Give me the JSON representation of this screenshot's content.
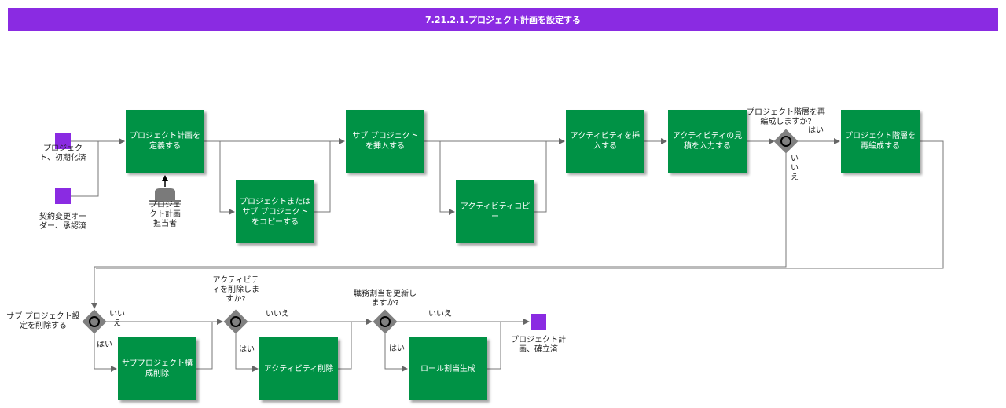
{
  "title": "7.21.2.1.プロジェクト計画を設定する",
  "events": {
    "start1": "プロジェクト、初期化済",
    "start2": "契約変更オーダー、承認済",
    "end": "プロジェクト計画、確立済"
  },
  "actor": "プロジェクト計画担当者",
  "tasks": {
    "t1": "プロジェクト計画を定義する",
    "t2": "プロジェクトまたはサブ プロジェクトをコピーする",
    "t3": "サブ プロジェクトを挿入する",
    "t4": "アクティビティコピー",
    "t5": "アクティビティを挿入する",
    "t6": "アクティビティの見積を入力する",
    "t7": "プロジェクト階層を再編成する",
    "t8": "サブプロジェクト構成削除",
    "t9": "アクティビティ削除",
    "t10": "ロール割当生成"
  },
  "gateways": {
    "g1": "プロジェクト階層を再編成しますか?",
    "g2": "サブ プロジェクト設定を削除する",
    "g3": "アクティビティを削除しますか?",
    "g4": "職務割当を更新しますか?"
  },
  "flow_labels": {
    "yes": "はい",
    "no": "いいえ"
  },
  "colors": {
    "title_bar": "#8a2be2",
    "task": "#009245",
    "event": "#8a2be2",
    "gateway": "#808080"
  }
}
